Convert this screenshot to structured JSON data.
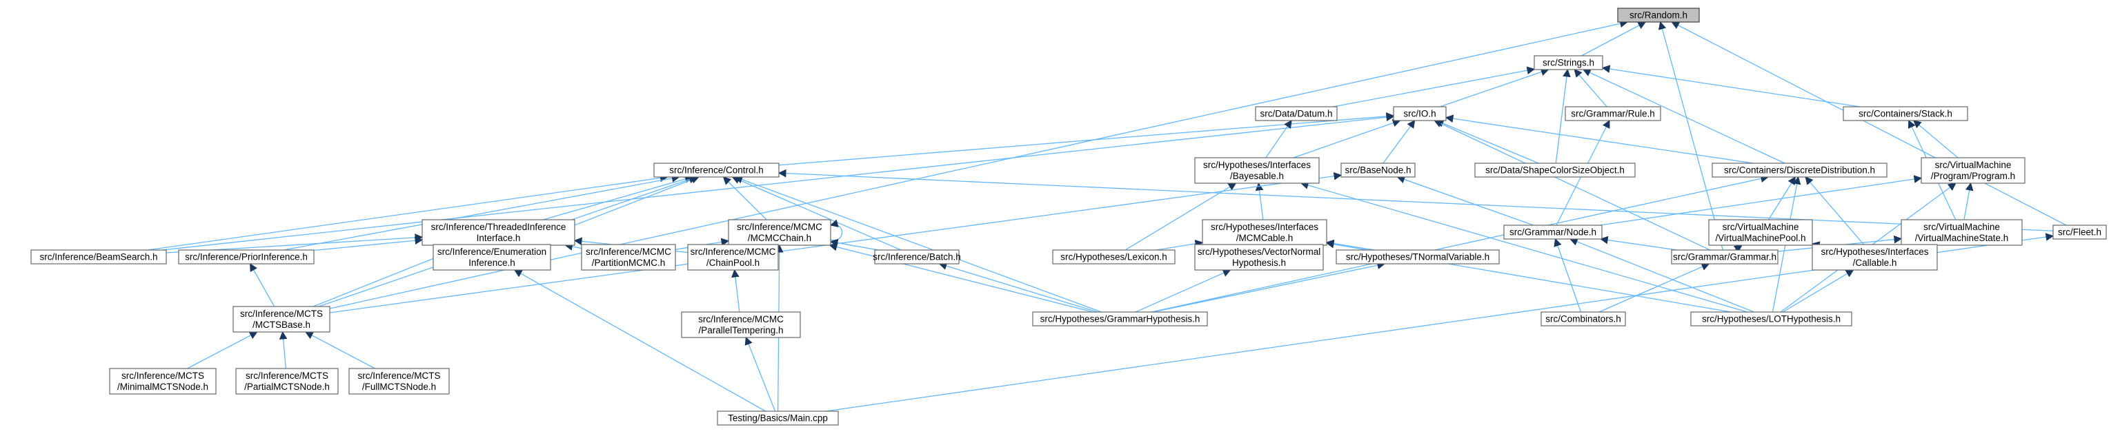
{
  "graph": {
    "edge_color": "#63b8ff",
    "node_border_color": "#666666",
    "root_fill_color": "#bfbfbf",
    "nodes": [
      {
        "id": "random",
        "lines": [
          "src/Random.h"
        ],
        "root": true
      },
      {
        "id": "strings",
        "lines": [
          "src/Strings.h"
        ]
      },
      {
        "id": "datum",
        "lines": [
          "src/Data/Datum.h"
        ]
      },
      {
        "id": "io",
        "lines": [
          "src/IO.h"
        ]
      },
      {
        "id": "rule",
        "lines": [
          "src/Grammar/Rule.h"
        ]
      },
      {
        "id": "stack",
        "lines": [
          "src/Containers/Stack.h"
        ]
      },
      {
        "id": "control",
        "lines": [
          "src/Inference/Control.h"
        ]
      },
      {
        "id": "bayesable",
        "lines": [
          "src/Hypotheses/Interfaces",
          "/Bayesable.h"
        ]
      },
      {
        "id": "basenode",
        "lines": [
          "src/BaseNode.h"
        ]
      },
      {
        "id": "shapecolor",
        "lines": [
          "src/Data/ShapeColorSizeObject.h"
        ]
      },
      {
        "id": "discrete",
        "lines": [
          "src/Containers/DiscreteDistribution.h"
        ]
      },
      {
        "id": "program",
        "lines": [
          "src/VirtualMachine",
          "/Program/Program.h"
        ]
      },
      {
        "id": "threaded",
        "lines": [
          "src/Inference/ThreadedInference",
          "Interface.h"
        ]
      },
      {
        "id": "mcmcchain",
        "lines": [
          "src/Inference/MCMC",
          "/MCMCChain.h"
        ]
      },
      {
        "id": "mcmcable",
        "lines": [
          "src/Hypotheses/Interfaces",
          "/MCMCable.h"
        ]
      },
      {
        "id": "gnode",
        "lines": [
          "src/Grammar/Node.h"
        ]
      },
      {
        "id": "vmpool",
        "lines": [
          "src/VirtualMachine",
          "/VirtualMachinePool.h"
        ]
      },
      {
        "id": "vmstate",
        "lines": [
          "src/VirtualMachine",
          "/VirtualMachineState.h"
        ]
      },
      {
        "id": "fleet",
        "lines": [
          "src/Fleet.h"
        ]
      },
      {
        "id": "beamsearch",
        "lines": [
          "src/Inference/BeamSearch.h"
        ]
      },
      {
        "id": "prior",
        "lines": [
          "src/Inference/PriorInference.h"
        ]
      },
      {
        "id": "enumeration",
        "lines": [
          "src/Inference/Enumeration",
          "Inference.h"
        ]
      },
      {
        "id": "partition",
        "lines": [
          "src/Inference/MCMC",
          "/PartitionMCMC.h"
        ]
      },
      {
        "id": "chainpool",
        "lines": [
          "src/Inference/MCMC",
          "/ChainPool.h"
        ]
      },
      {
        "id": "batch",
        "lines": [
          "src/Inference/Batch.h"
        ]
      },
      {
        "id": "lexicon",
        "lines": [
          "src/Hypotheses/Lexicon.h"
        ]
      },
      {
        "id": "vectornormal",
        "lines": [
          "src/Hypotheses/VectorNormal",
          "Hypothesis.h"
        ]
      },
      {
        "id": "tnormal",
        "lines": [
          "src/Hypotheses/TNormalVariable.h"
        ]
      },
      {
        "id": "grammar",
        "lines": [
          "src/Grammar/Grammar.h"
        ]
      },
      {
        "id": "callable",
        "lines": [
          "src/Hypotheses/Interfaces",
          "/Callable.h"
        ]
      },
      {
        "id": "mctsbase",
        "lines": [
          "src/Inference/MCTS",
          "/MCTSBase.h"
        ]
      },
      {
        "id": "paralleltempering",
        "lines": [
          "src/Inference/MCMC",
          "/ParallelTempering.h"
        ]
      },
      {
        "id": "grammarhyp",
        "lines": [
          "src/Hypotheses/GrammarHypothesis.h"
        ]
      },
      {
        "id": "combinators",
        "lines": [
          "src/Combinators.h"
        ]
      },
      {
        "id": "lothyp",
        "lines": [
          "src/Hypotheses/LOTHypothesis.h"
        ]
      },
      {
        "id": "minimal",
        "lines": [
          "src/Inference/MCTS",
          "/MinimalMCTSNode.h"
        ]
      },
      {
        "id": "partial",
        "lines": [
          "src/Inference/MCTS",
          "/PartialMCTSNode.h"
        ]
      },
      {
        "id": "full",
        "lines": [
          "src/Inference/MCTS",
          "/FullMCTSNode.h"
        ]
      },
      {
        "id": "main",
        "lines": [
          "Testing/Basics/Main.cpp"
        ]
      }
    ],
    "edges": [
      [
        "random",
        "strings"
      ],
      [
        "random",
        "mctsbase"
      ],
      [
        "random",
        "grammar"
      ],
      [
        "random",
        "fleet"
      ],
      [
        "strings",
        "datum"
      ],
      [
        "strings",
        "io"
      ],
      [
        "strings",
        "rule"
      ],
      [
        "strings",
        "stack"
      ],
      [
        "strings",
        "shapecolor"
      ],
      [
        "strings",
        "discrete"
      ],
      [
        "io",
        "control"
      ],
      [
        "io",
        "bayesable"
      ],
      [
        "io",
        "basenode"
      ],
      [
        "io",
        "shapecolor"
      ],
      [
        "io",
        "discrete"
      ],
      [
        "io",
        "grammar"
      ],
      [
        "io",
        "beamsearch"
      ],
      [
        "datum",
        "bayesable"
      ],
      [
        "rule",
        "gnode"
      ],
      [
        "stack",
        "program"
      ],
      [
        "stack",
        "vmstate"
      ],
      [
        "control",
        "threaded"
      ],
      [
        "control",
        "mcmcchain"
      ],
      [
        "control",
        "batch"
      ],
      [
        "control",
        "enumeration"
      ],
      [
        "control",
        "beamsearch"
      ],
      [
        "control",
        "prior"
      ],
      [
        "control",
        "mctsbase"
      ],
      [
        "control",
        "grammarhyp"
      ],
      [
        "control",
        "fleet"
      ],
      [
        "bayesable",
        "mcmcable"
      ],
      [
        "bayesable",
        "lexicon"
      ],
      [
        "bayesable",
        "lothyp"
      ],
      [
        "basenode",
        "gnode"
      ],
      [
        "basenode",
        "mctsbase"
      ],
      [
        "discrete",
        "vmpool"
      ],
      [
        "discrete",
        "callable"
      ],
      [
        "discrete",
        "lothyp"
      ],
      [
        "discrete",
        "grammarhyp"
      ],
      [
        "program",
        "vmstate"
      ],
      [
        "program",
        "gnode"
      ],
      [
        "program",
        "lothyp"
      ],
      [
        "threaded",
        "beamsearch"
      ],
      [
        "threaded",
        "prior"
      ],
      [
        "threaded",
        "enumeration"
      ],
      [
        "threaded",
        "partition"
      ],
      [
        "threaded",
        "chainpool"
      ],
      [
        "threaded",
        "mctsbase"
      ],
      [
        "mcmcchain",
        "mcmcchain"
      ],
      [
        "mcmcchain",
        "partition"
      ],
      [
        "mcmcchain",
        "chainpool"
      ],
      [
        "mcmcchain",
        "batch"
      ],
      [
        "mcmcchain",
        "grammarhyp"
      ],
      [
        "mcmcchain",
        "main"
      ],
      [
        "mcmcable",
        "lexicon"
      ],
      [
        "mcmcable",
        "vectornormal"
      ],
      [
        "mcmcable",
        "tnormal"
      ],
      [
        "mcmcable",
        "lothyp"
      ],
      [
        "gnode",
        "grammar"
      ],
      [
        "gnode",
        "combinators"
      ],
      [
        "gnode",
        "lothyp"
      ],
      [
        "vmpool",
        "grammar"
      ],
      [
        "vmpool",
        "callable"
      ],
      [
        "vmstate",
        "grammar"
      ],
      [
        "vmstate",
        "callable"
      ],
      [
        "prior",
        "mctsbase"
      ],
      [
        "enumeration",
        "main"
      ],
      [
        "chainpool",
        "paralleltempering"
      ],
      [
        "batch",
        "grammarhyp"
      ],
      [
        "vectornormal",
        "grammarhyp"
      ],
      [
        "tnormal",
        "grammarhyp"
      ],
      [
        "grammar",
        "combinators"
      ],
      [
        "callable",
        "lothyp"
      ],
      [
        "mctsbase",
        "minimal"
      ],
      [
        "mctsbase",
        "partial"
      ],
      [
        "mctsbase",
        "full"
      ],
      [
        "paralleltempering",
        "main"
      ],
      [
        "fleet",
        "main"
      ]
    ]
  }
}
